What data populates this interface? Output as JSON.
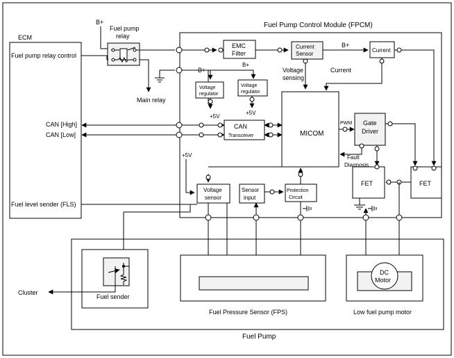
{
  "titles": {
    "ecm": "ECM",
    "fpcm": "Fuel Pump Control Module (FPCM)",
    "fuel_pump": "Fuel Pump"
  },
  "ecm_signals": {
    "relay_control": "Fuel pump relay control",
    "can_high": "CAN [High]",
    "can_low": "CAN [Low]",
    "level_sender": "Fuel level sender (FLS)"
  },
  "relay": {
    "supply": "B+",
    "label_line1": "Fuel pump",
    "label_line2": "relay",
    "main_relay": "Main relay"
  },
  "blocks": {
    "emc_filter_1": "EMC",
    "emc_filter_2": "Filter",
    "current_sensor_1": "Current",
    "current_sensor_2": "Sensor",
    "current_box": "Current",
    "b_plus_top": "B+",
    "voltage_sensing_1": "Voltage",
    "voltage_sensing_2": "sensing",
    "current_label": "Current",
    "b_plus_vr1": "B+",
    "b_plus_vr2": "B+",
    "vreg1_1": "Voltage",
    "vreg1_2": "regulator",
    "vreg2_1": "Voltage",
    "vreg2_2": "regulator",
    "plus5v_a": "+5V",
    "plus5v_b": "+5V",
    "plus5v_c": "+5V",
    "can_1": "CAN",
    "can_2": "Transceiver",
    "micom": "MICOM",
    "pwm": "PWM",
    "gate_driver_1": "Gate",
    "gate_driver_2": "Driver",
    "fault_1": "Fault",
    "fault_2": "Diagnosis",
    "fet_1": "FET",
    "fet_2": "FET",
    "voltage_sensor_1": "Voltage",
    "voltage_sensor_2": "sensor",
    "sensor_input_1": "Sensor",
    "sensor_input_2": "input",
    "protection_1": "Protection",
    "protection_2": "Circuit"
  },
  "pump": {
    "fuel_sender": "Fuel sender",
    "cluster": "Cluster",
    "fps": "Fuel Pressure Sensor (FPS)",
    "motor_1": "DC",
    "motor_2": "Motor",
    "motor_caption": "Low fuel pump motor"
  }
}
